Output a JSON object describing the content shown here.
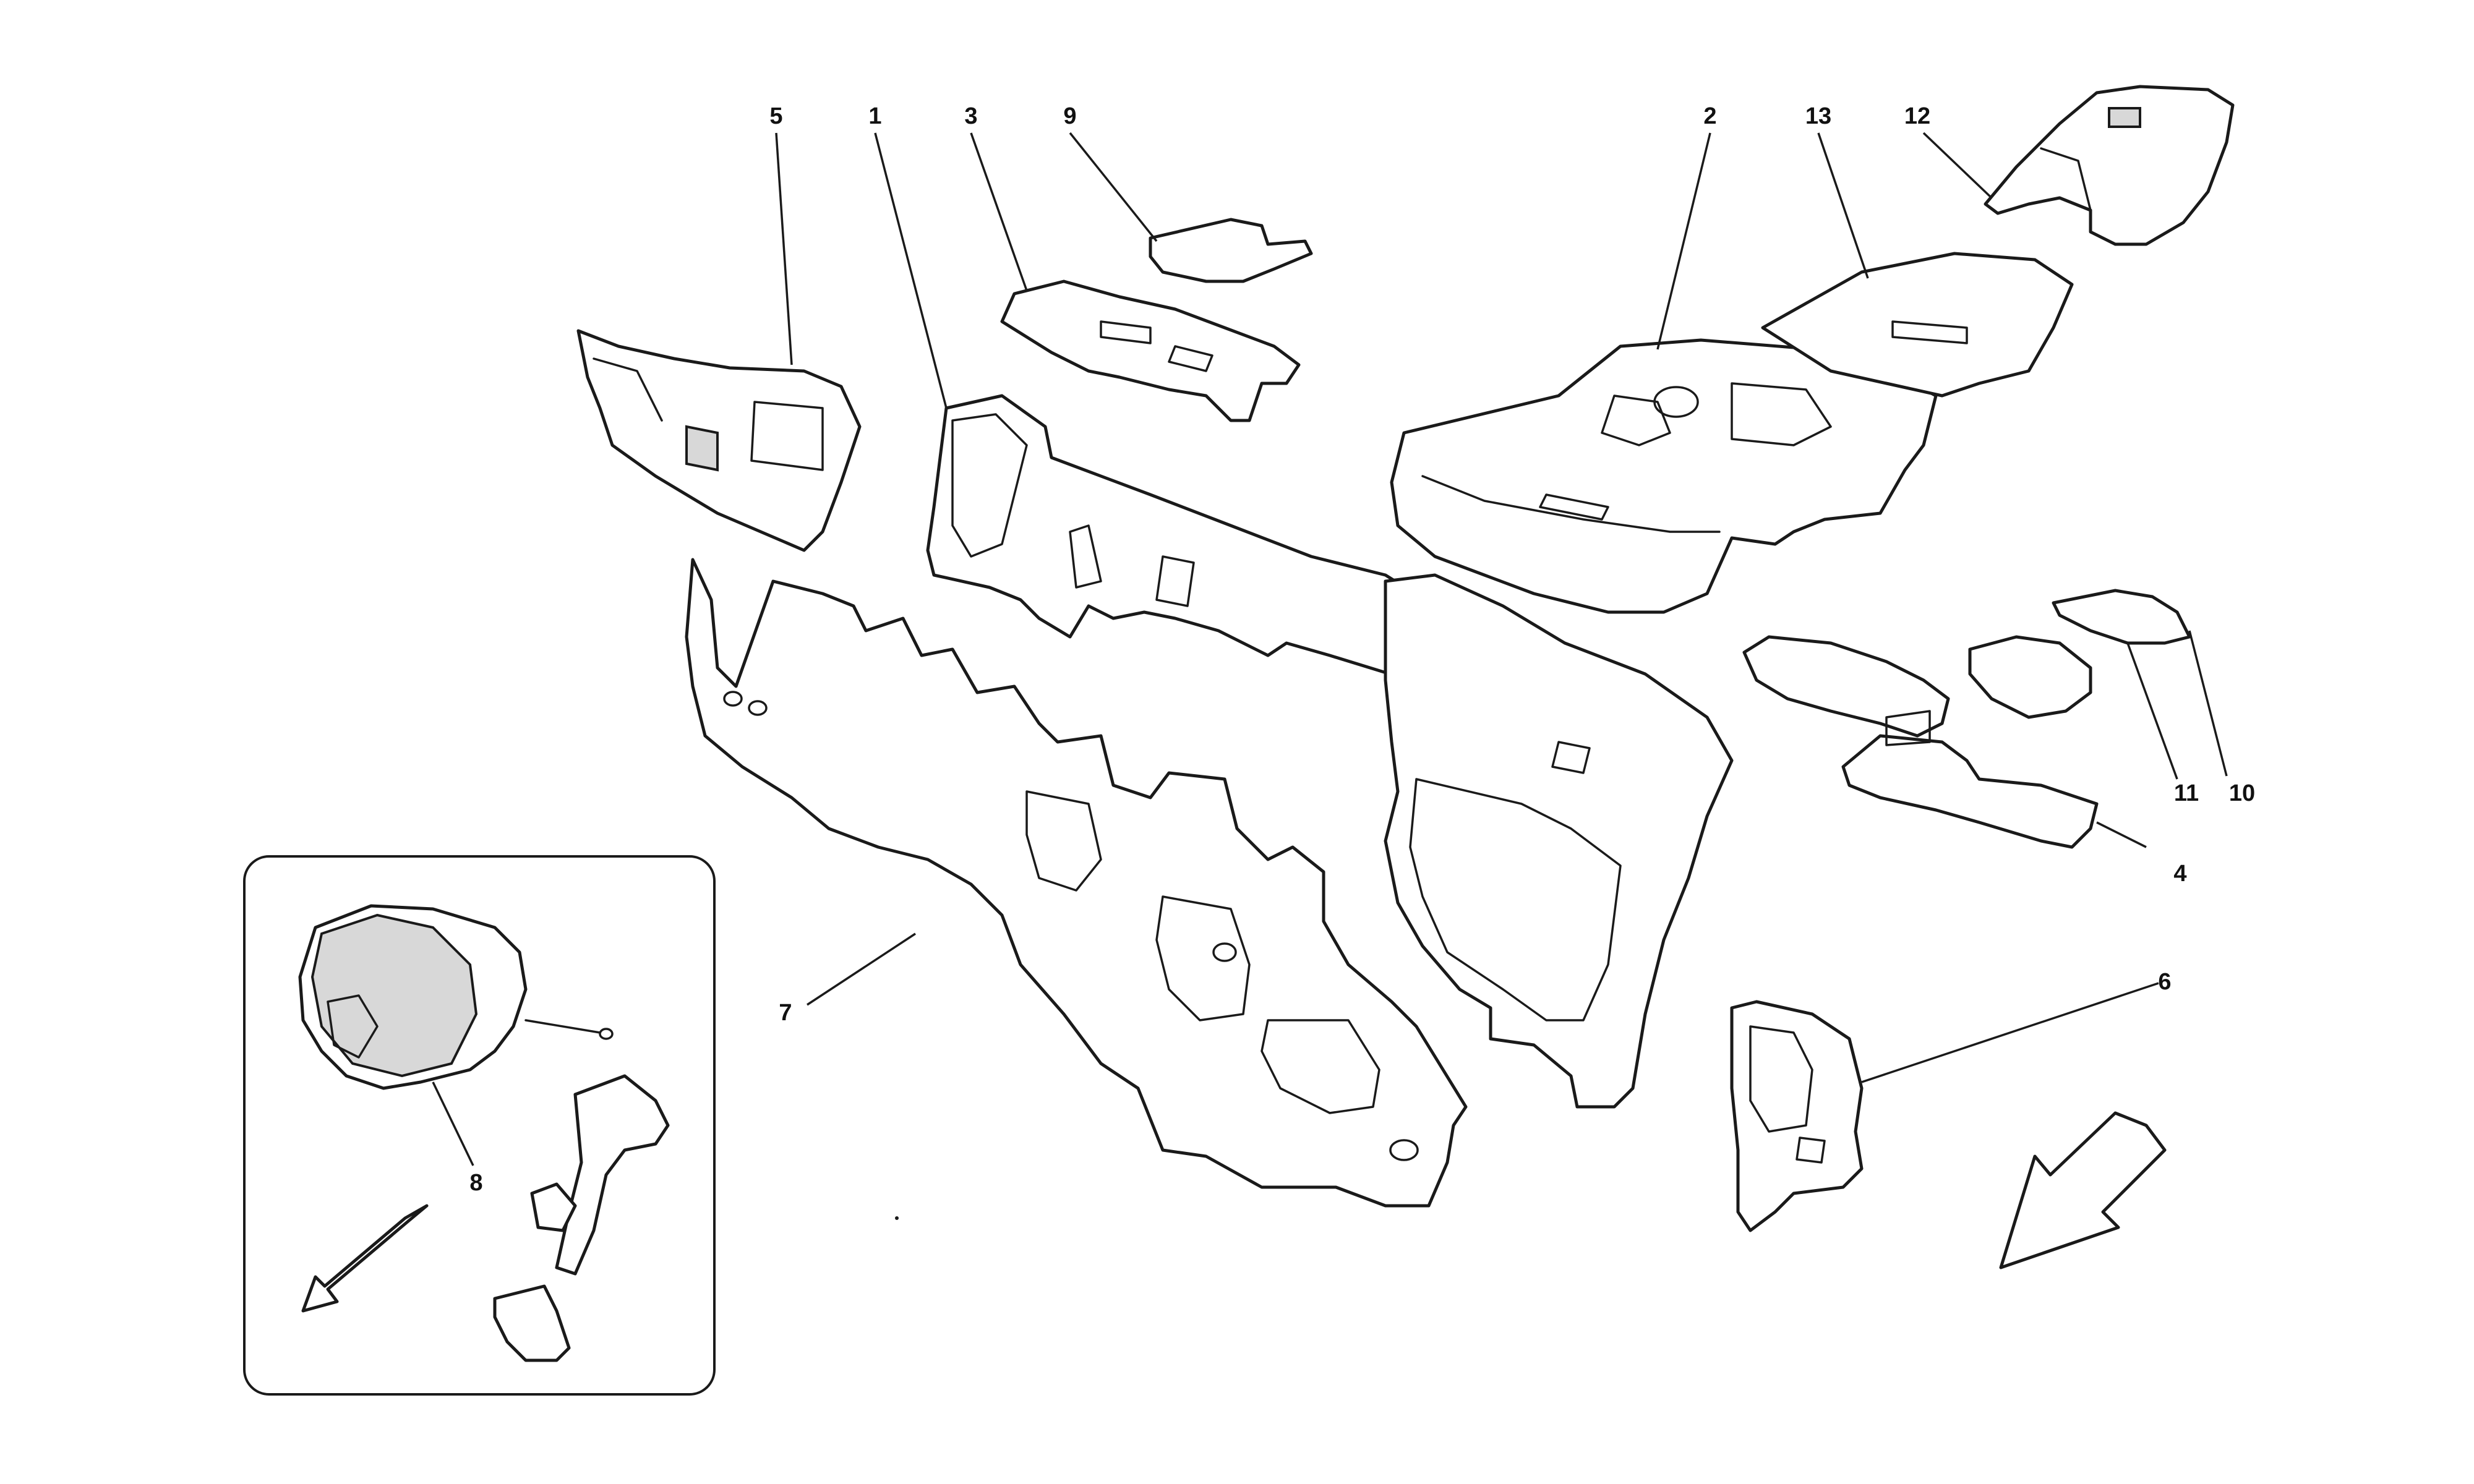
{
  "callouts": {
    "c1": "1",
    "c2": "2",
    "c3": "3",
    "c4": "4",
    "c5": "5",
    "c6": "6",
    "c7": "7",
    "c8": "8",
    "c9": "9",
    "c10": "10",
    "c11": "11",
    "c12": "12",
    "c13": "13"
  },
  "icons": {
    "main_arrow": "direction-arrow-icon",
    "inset_arrow": "direction-arrow-icon"
  }
}
